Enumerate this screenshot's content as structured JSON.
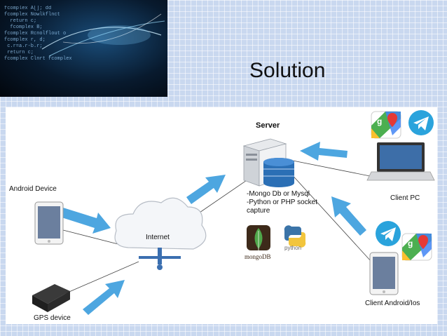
{
  "slide": {
    "title": "Solution"
  },
  "diagram": {
    "server_label": "Server",
    "server_notes": [
      "-Mongo Db or Mysql",
      "-Python or PHP socket",
      "capture"
    ],
    "internet_label": "Internet",
    "android_label": "Android Device",
    "gps_label": "GPS device",
    "client_pc_label": "Client PC",
    "client_mobile_label": "Client Android/Ios",
    "mongodb_label": "mongoDB",
    "python_label": "python"
  },
  "colors": {
    "arrow": "#4da6e0",
    "db": "#2b6fb5",
    "telegram": "#2aa3dc",
    "mongo_leaf": "#4fa84a"
  }
}
